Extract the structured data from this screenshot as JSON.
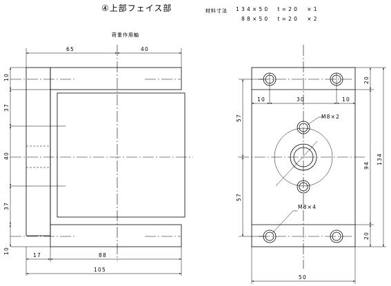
{
  "header": {
    "title": "④上部フェイス部",
    "spec_label": "材料寸法",
    "spec_line_1": "134×50  t=20  ×1",
    "spec_line_2": "88×50  t=20  ×2"
  },
  "side_view": {
    "load_label": "荷重作用軸",
    "dim_top_left": "65",
    "dim_top_right": "40",
    "dim_left": [
      "10",
      "37",
      "40",
      "37",
      "10"
    ],
    "dim_bottom_left": "17",
    "dim_bottom_mid": "88",
    "dim_bottom_total": "105"
  },
  "front_view": {
    "dim_top_left": "10",
    "dim_top_mid": "30",
    "dim_top_right": "10",
    "dim_left_upper": "57",
    "dim_left_lower": "57",
    "dim_right_top": "20",
    "dim_right_mid": "94",
    "dim_right_total": "134",
    "dim_right_bottom": "20",
    "dim_bottom": "50",
    "callout_center_hole": "M8×2",
    "callout_corner_holes": "M8×4"
  }
}
